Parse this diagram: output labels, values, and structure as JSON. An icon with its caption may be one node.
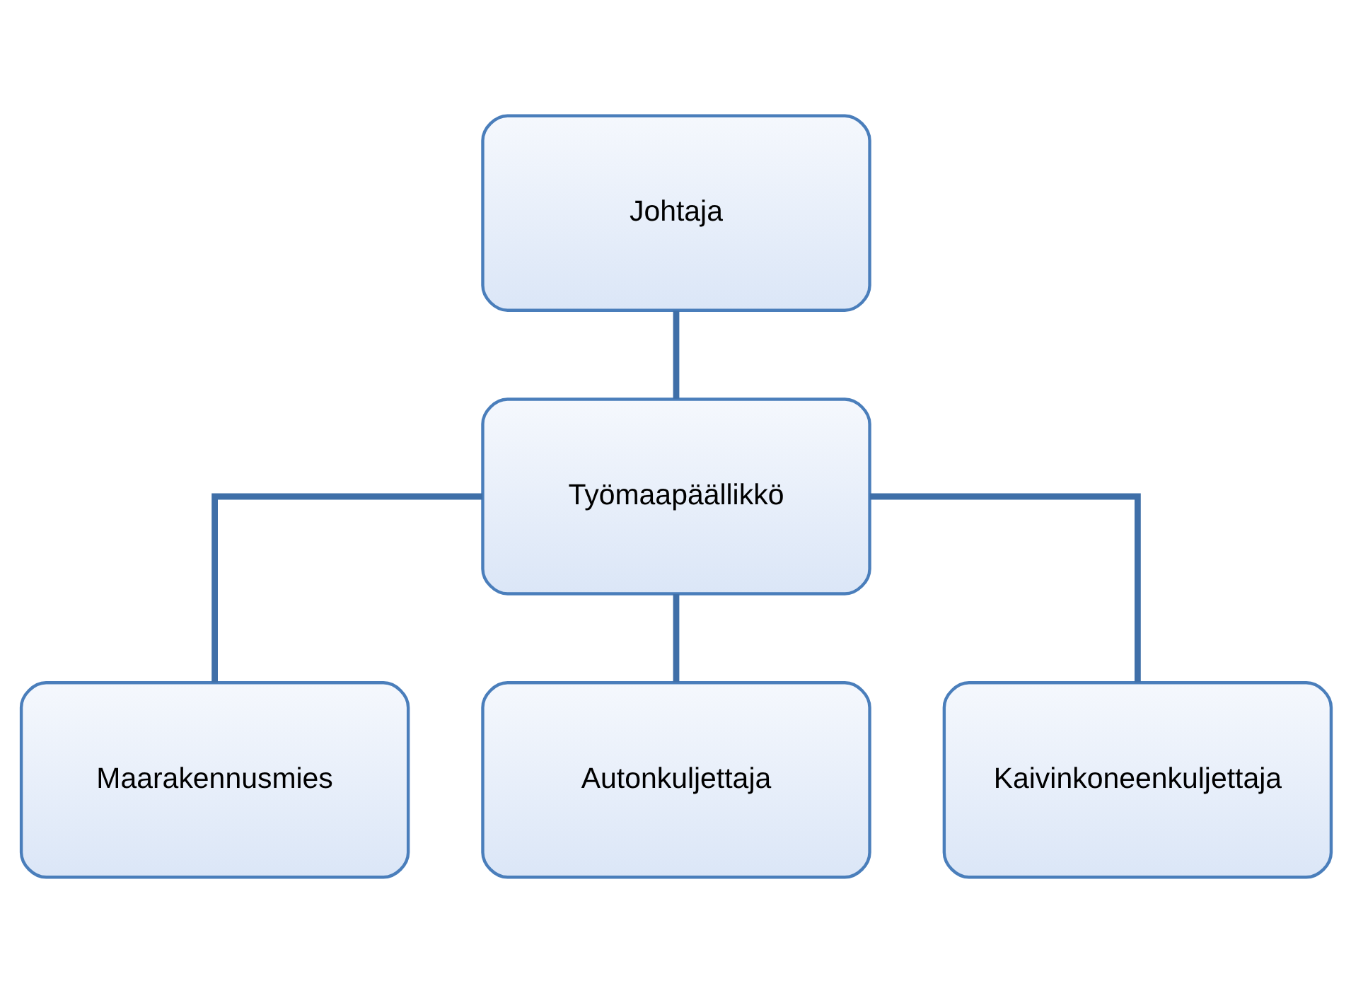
{
  "diagram": {
    "nodes": [
      {
        "text": [
          "Johtaja"
        ]
      },
      {
        "text": [
          "Työmaapäällikkö"
        ]
      },
      {
        "text": [
          "Maarakennusmies"
        ]
      },
      {
        "text": [
          "Autonkuljettaja"
        ]
      },
      {
        "text": [
          "Kaivinkoneenkuljettaja"
        ]
      }
    ],
    "edges": [
      {
        "from": 0,
        "to": 1,
        "arrow": "none"
      },
      {
        "from": 1,
        "to": 2,
        "arrow": "none"
      },
      {
        "from": 1,
        "to": 3,
        "arrow": "none"
      },
      {
        "from": 1,
        "to": 4,
        "arrow": "none"
      }
    ]
  }
}
